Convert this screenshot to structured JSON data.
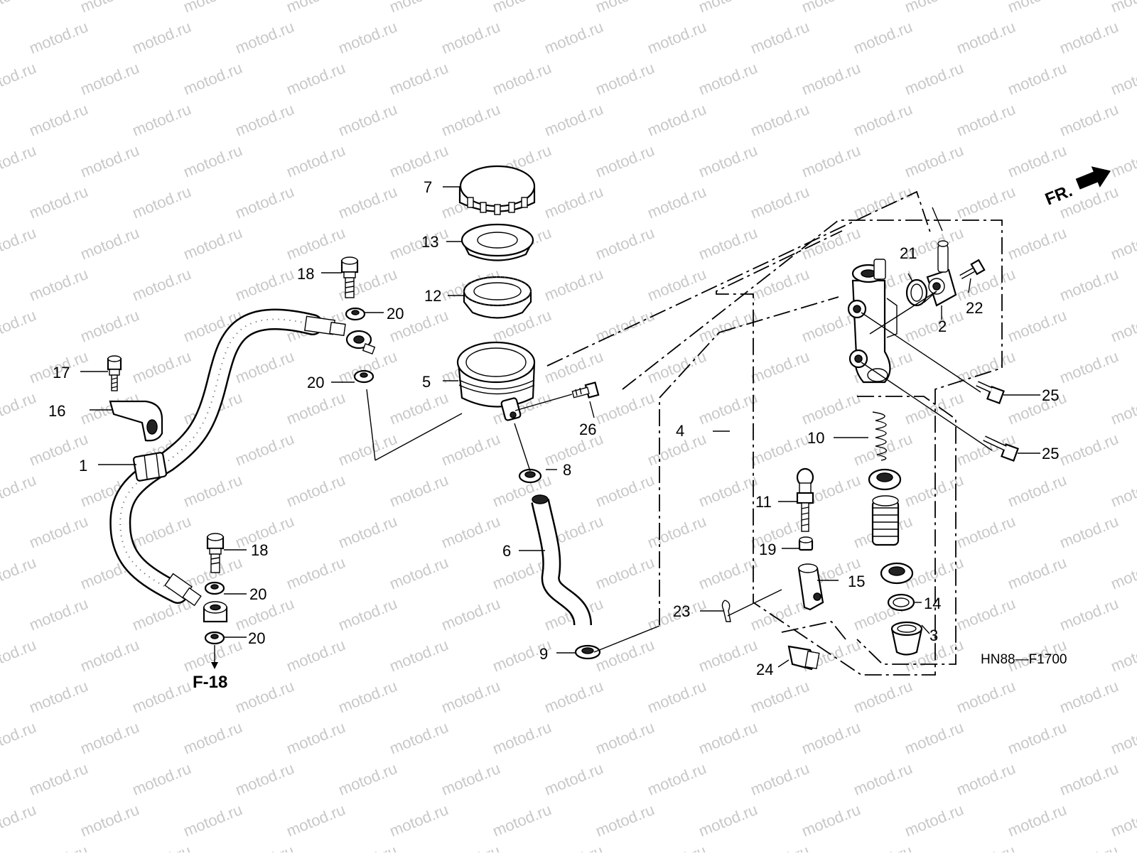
{
  "watermark": "motod.ru",
  "diagram_code": "HN88—F1700",
  "front_label": "FR.",
  "ref_label": "F-18",
  "callouts": {
    "c1": "1",
    "c2": "2",
    "c3": "3",
    "c4": "4",
    "c5": "5",
    "c6": "6",
    "c7": "7",
    "c8": "8",
    "c9": "9",
    "c10": "10",
    "c11": "11",
    "c12": "12",
    "c13": "13",
    "c14": "14",
    "c15": "15",
    "c16": "16",
    "c17": "17",
    "c18a": "18",
    "c18b": "18",
    "c19": "19",
    "c20a": "20",
    "c20b": "20",
    "c20c": "20",
    "c20d": "20",
    "c21": "21",
    "c22": "22",
    "c23": "23",
    "c24": "24",
    "c25a": "25",
    "c25b": "25",
    "c26": "26"
  },
  "icons": {
    "front_arrow": "arrow-right-icon"
  }
}
